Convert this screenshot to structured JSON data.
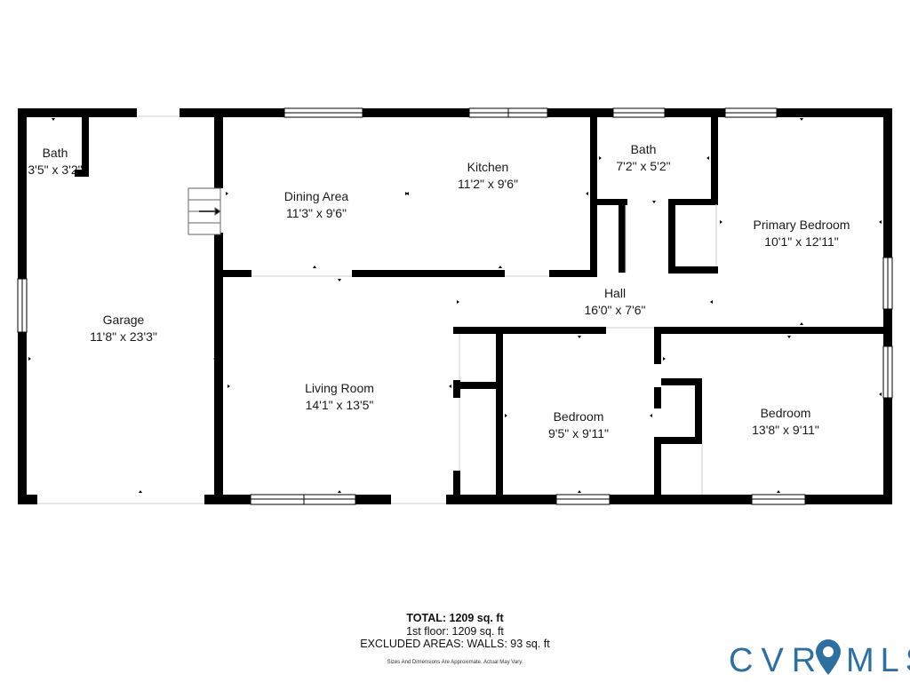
{
  "rooms": {
    "garage": {
      "name": "Garage",
      "dim": "11'8\" x 23'3\""
    },
    "bath_small": {
      "name": "Bath",
      "dim": "3'5\" x 3'2\""
    },
    "dining": {
      "name": "Dining Area",
      "dim": "11'3\" x 9'6\""
    },
    "kitchen": {
      "name": "Kitchen",
      "dim": "11'2\" x 9'6\""
    },
    "bath": {
      "name": "Bath",
      "dim": "7'2\" x 5'2\""
    },
    "primary_bedroom": {
      "name": "Primary Bedroom",
      "dim": "10'1\" x 12'11\""
    },
    "hall": {
      "name": "Hall",
      "dim": "16'0\" x 7'6\""
    },
    "living": {
      "name": "Living Room",
      "dim": "14'1\" x 13'5\""
    },
    "bedroom_1": {
      "name": "Bedroom",
      "dim": "9'5\" x 9'11\""
    },
    "bedroom_2": {
      "name": "Bedroom",
      "dim": "13'8\" x 9'11\""
    }
  },
  "totals": {
    "total": "TOTAL: 1209 sq. ft",
    "floor1": "1st floor: 1209 sq. ft",
    "excluded": "EXCLUDED AREAS: WALLS: 93 sq. ft"
  },
  "disclaimer": "Sizes And Dimensions Are Approximate. Actual May Vary.",
  "logo": {
    "text_left": "CVR",
    "text_right": "MLS",
    "color": "#2f6f9f",
    "icon": "map-pin-icon"
  },
  "colors": {
    "wall": "#000000",
    "window": "#ffffff"
  }
}
